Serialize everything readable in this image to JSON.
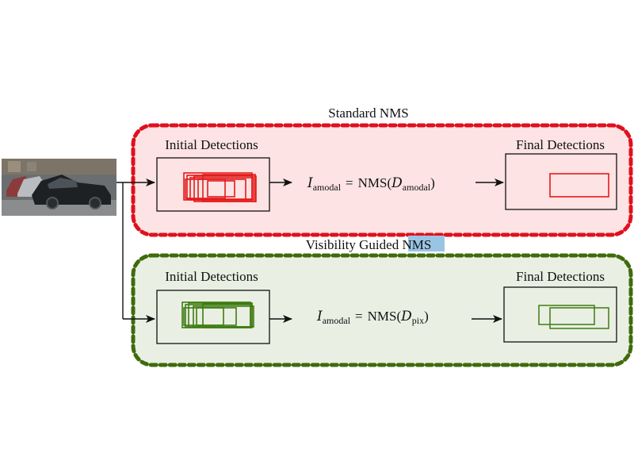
{
  "image_title": "",
  "top_panel": {
    "title": "Standard NMS",
    "left_label": "Initial Detections",
    "right_label": "Final Detections",
    "equation": {
      "lhs_symbol": "I",
      "lhs_subscript": "amodal",
      "equals": "=",
      "function": "NMS(",
      "arg_symbol": "D",
      "arg_subscript": "amodal",
      "close": ")"
    },
    "colors": {
      "fill": "#fde3e3",
      "border": "#e0101e",
      "boxes": "#e31b1b"
    }
  },
  "bottom_panel": {
    "title_prefix": "Visibility Guided ",
    "title_highlight": "NMS",
    "left_label": "Initial Detections",
    "right_label": "Final Detections",
    "equation": {
      "lhs_symbol": "I",
      "lhs_subscript": "amodal",
      "equals": "=",
      "function": "NMS(",
      "arg_symbol": "D",
      "arg_subscript": "pix",
      "close": ")"
    },
    "colors": {
      "fill": "#eaefe3",
      "border": "#3f6b0c",
      "boxes": "#3e7c12",
      "highlight": "#9ac4e4"
    }
  },
  "input_image": {
    "description_icon": "street-photo-icon",
    "color": "#6b6e70"
  }
}
